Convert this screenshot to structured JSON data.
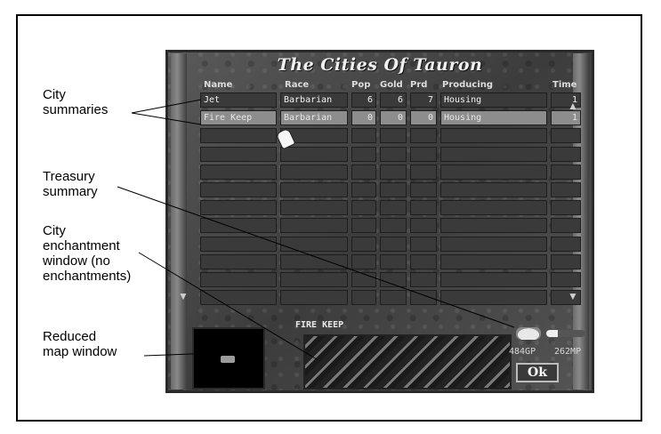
{
  "callouts": {
    "city_summaries": "City\nsummaries",
    "treasury_summary": "Treasury\nsummary",
    "city_enchantment": "City\nenchantment\nwindow (no\nenchantments)",
    "reduced_map": "Reduced\nmap window"
  },
  "screen": {
    "title": "The Cities Of Tauron",
    "headers": {
      "name": "Name",
      "race": "Race",
      "pop": "Pop",
      "gold": "Gold",
      "prd": "Prd",
      "producing": "Producing",
      "time": "Time"
    },
    "rows": [
      {
        "name": "Jet",
        "race": "Barbarian",
        "pop": "6",
        "gold": "6",
        "prd": "7",
        "producing": "Housing",
        "time": "1"
      },
      {
        "name": "Fire Keep",
        "race": "Barbarian",
        "pop": "0",
        "gold": "0",
        "prd": "0",
        "producing": "Housing",
        "time": "1"
      }
    ],
    "enchantment_city": "FIRE KEEP",
    "treasury": {
      "gold": "484GP",
      "mana": "262MP"
    },
    "ok_label": "Ok"
  },
  "colors": {
    "panel": "#4a4a4a",
    "cell": "#3a3a3a",
    "selected": "#8d8d8d",
    "text": "#f2f2f2"
  }
}
